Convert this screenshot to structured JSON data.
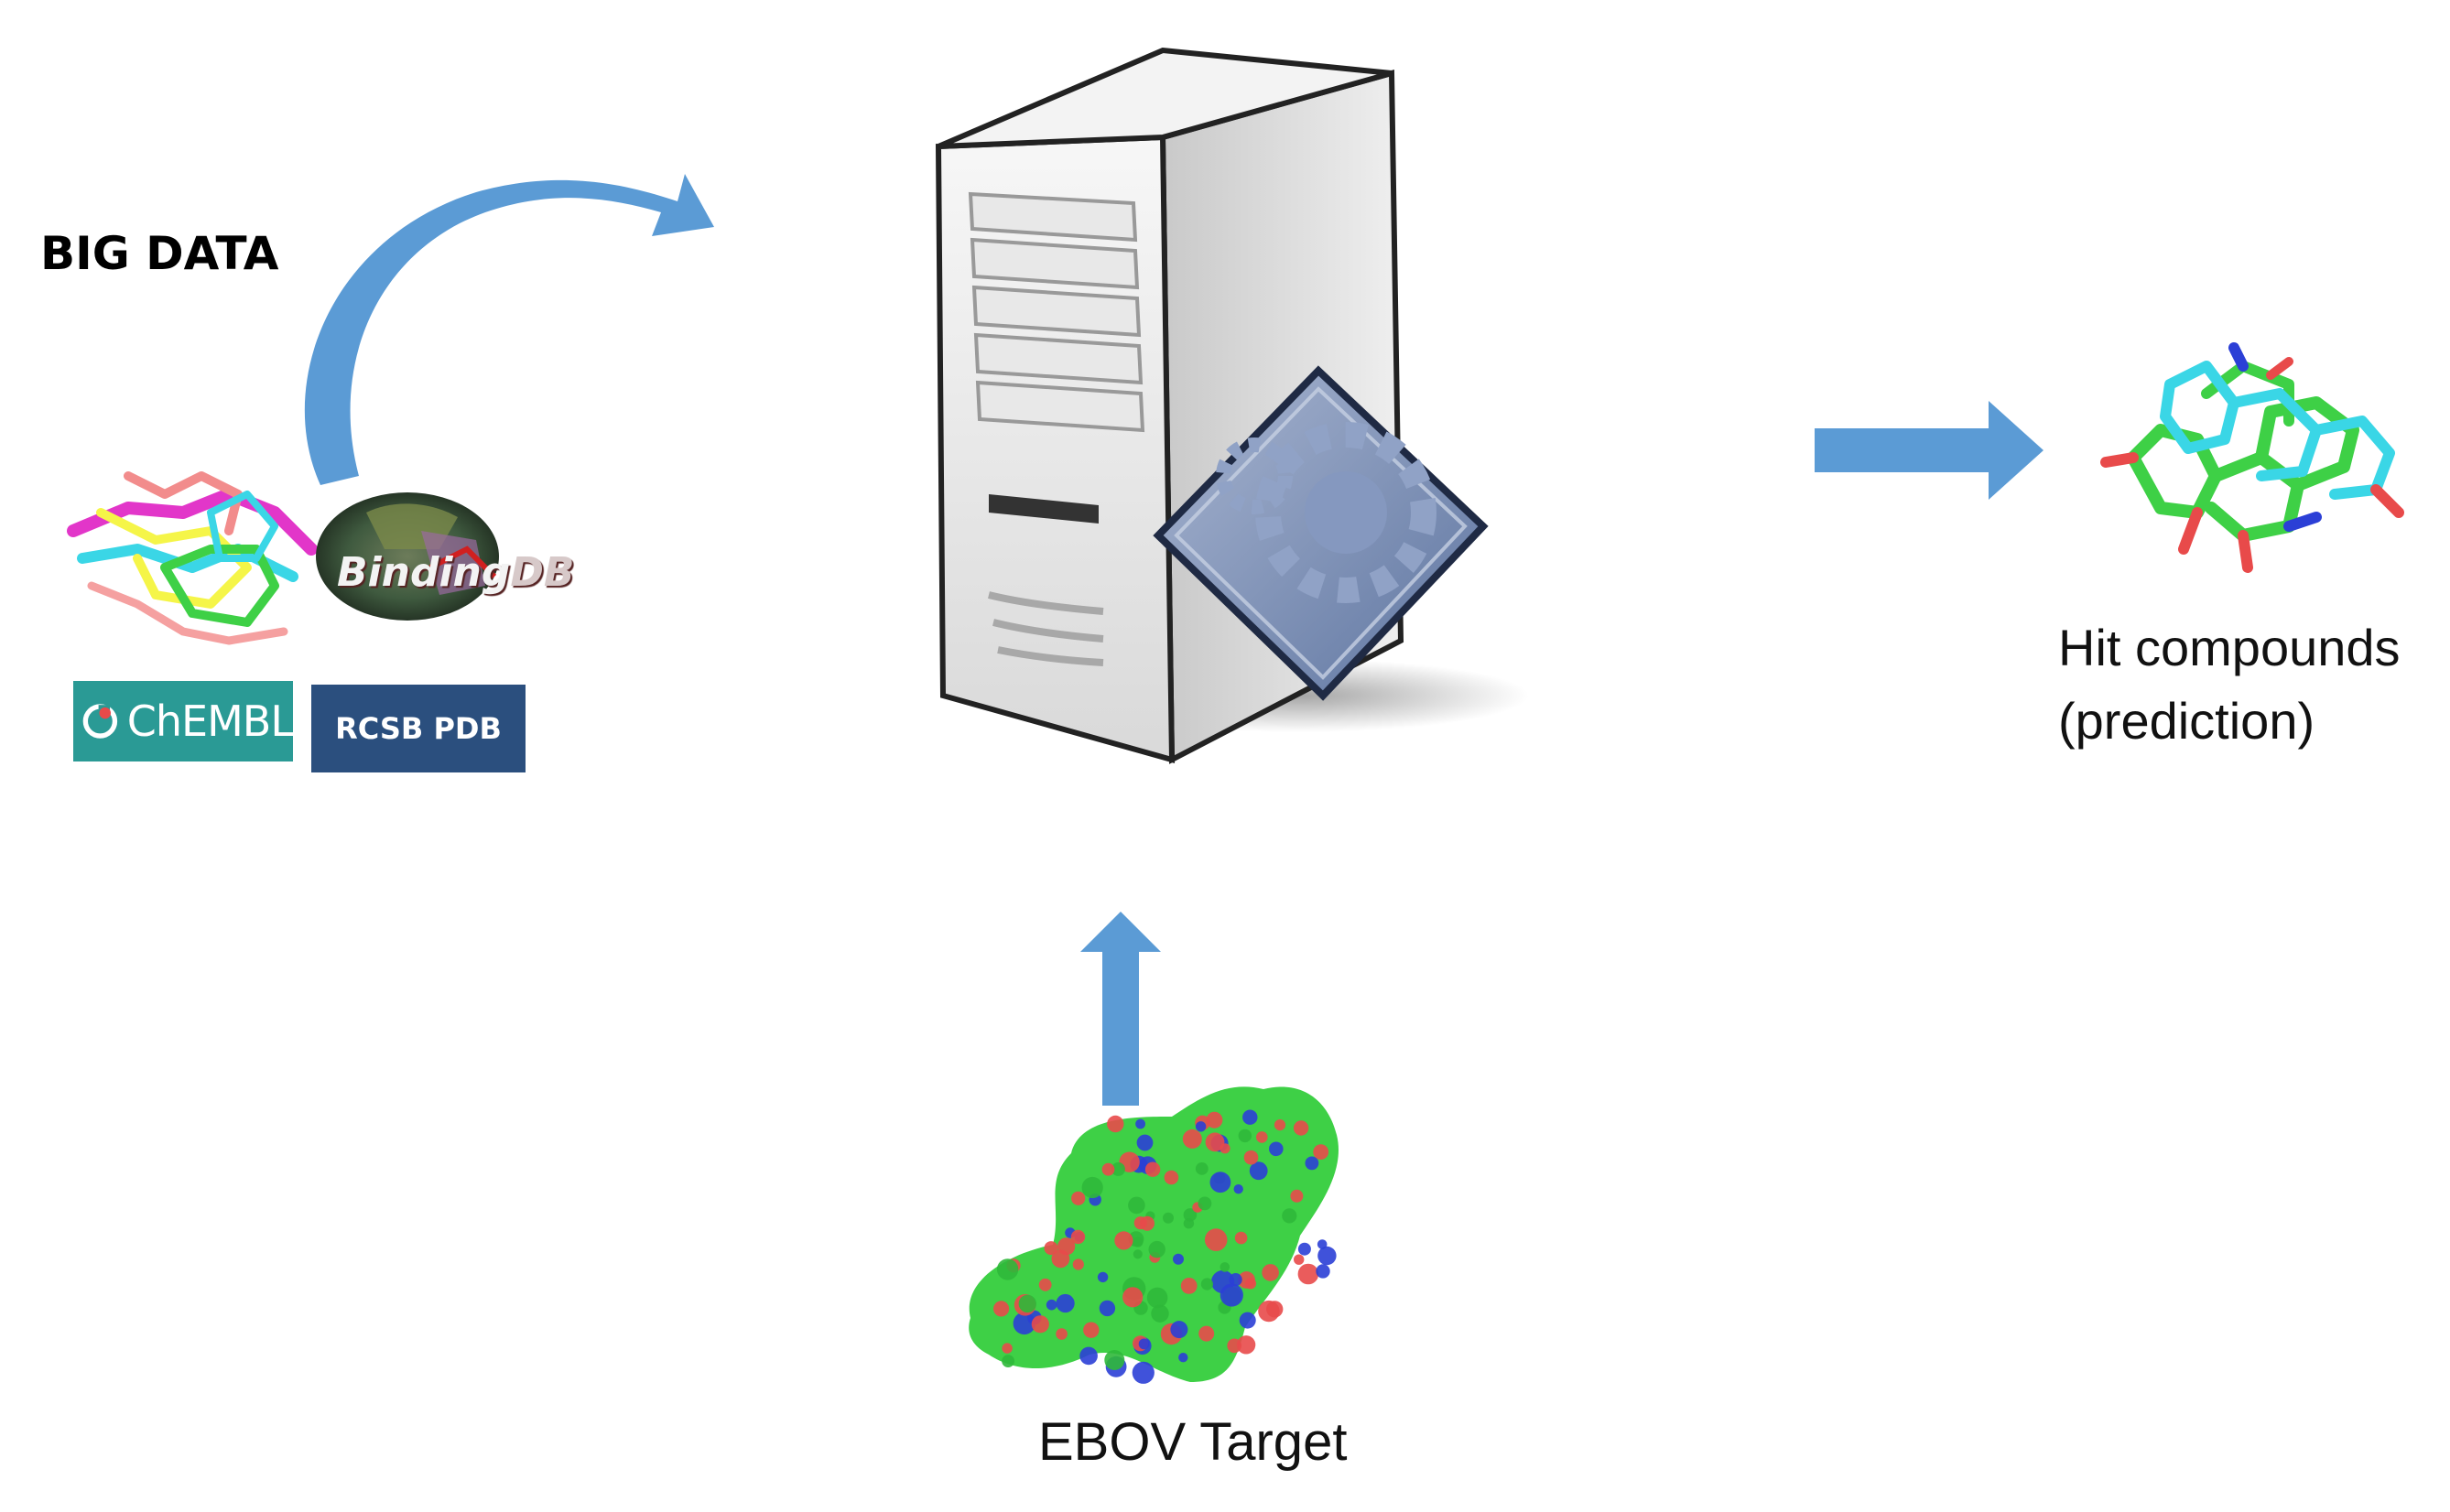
{
  "big_data": {
    "title": "BIG DATA",
    "sources": {
      "bindingdb_label": "Binding",
      "bindingdb_suffix": "DB",
      "chembl_label": "ChEMBL",
      "rcsb_label": "RCSB PDB"
    }
  },
  "output": {
    "line1": "Hit compounds",
    "line2": "(prediction)"
  },
  "target": {
    "label": "EBOV Target"
  },
  "colors": {
    "arrow": "#5b9bd5",
    "server_body": "#e4e4e4",
    "gear_badge": "#7f93b8",
    "atom_green": "#3ed046",
    "atom_red": "#e84a4a",
    "atom_blue": "#2b3fd6",
    "atom_cyan": "#3ad6e6"
  },
  "icons": [
    "server-icon",
    "gear-icon",
    "molecule-icon",
    "protein-surface-icon"
  ]
}
